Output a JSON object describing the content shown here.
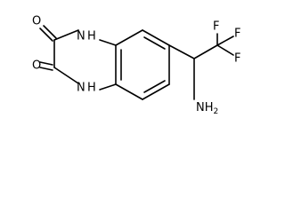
{
  "molecule": {
    "atoms": {
      "o_top": "O",
      "o_bottom": "O",
      "n_top": "N",
      "h_top": "H",
      "n_bottom": "N",
      "h_bottom": "H",
      "f_top": "F",
      "f_right_top": "F",
      "f_right_bottom": "F",
      "amine": "NH",
      "amine_subscript": "2"
    }
  }
}
